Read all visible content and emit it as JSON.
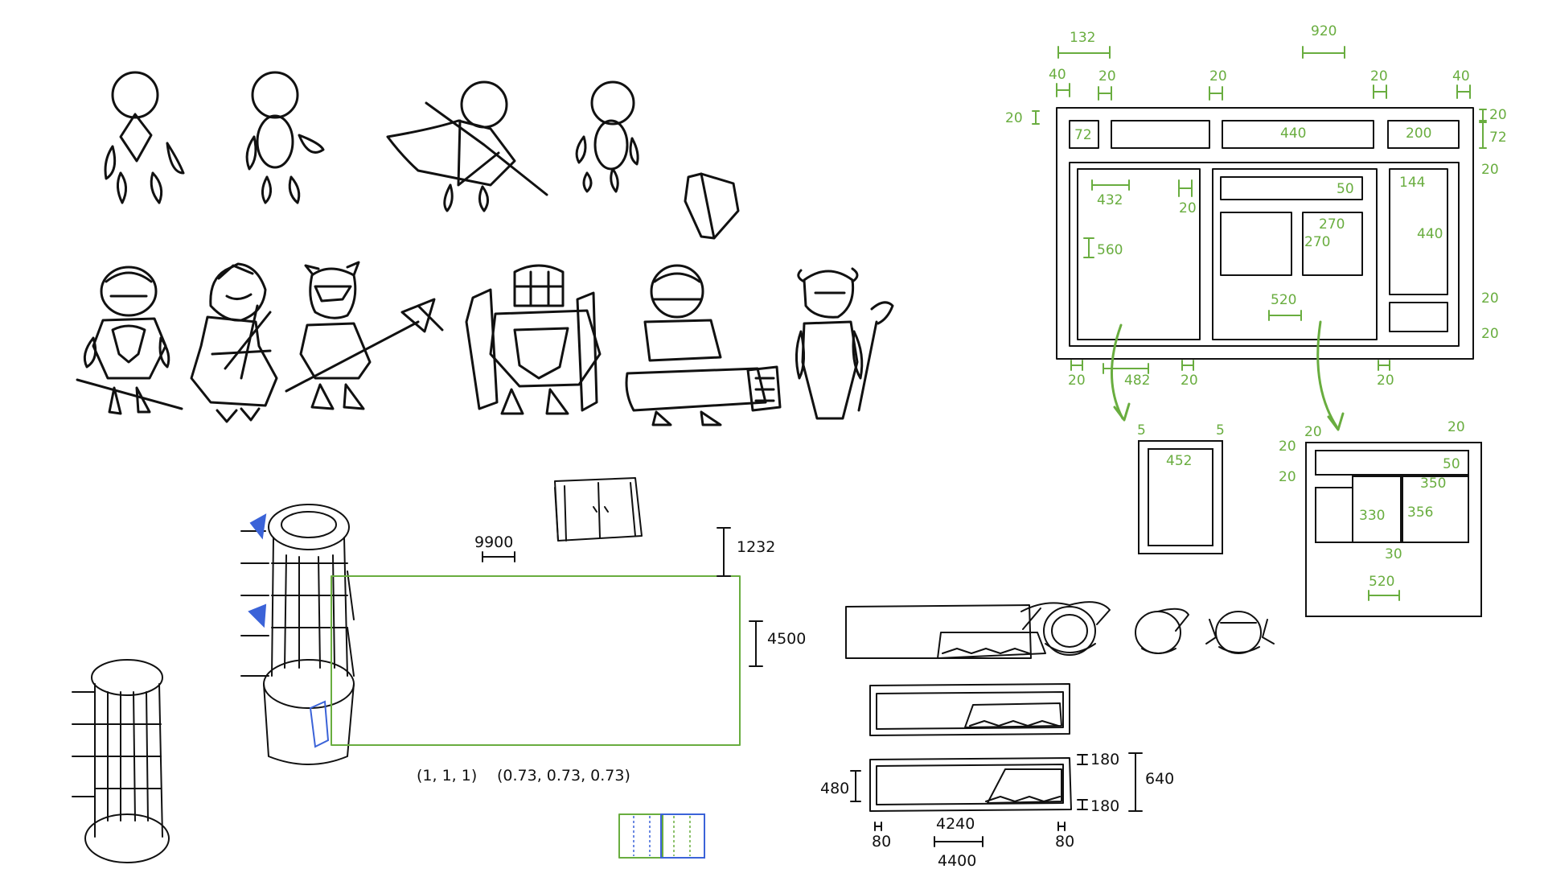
{
  "palette": {
    "ink": "#111111",
    "annotation_green": "#69ad3f",
    "accent_blue": "#3b63d8",
    "background": "#ffffff"
  },
  "wireframe": {
    "top_dims": {
      "w132": "132",
      "w920": "920",
      "d40a": "40",
      "d20a": "20",
      "d20b": "20",
      "d20c": "20",
      "d40b": "40",
      "left20": "20"
    },
    "header": {
      "box72": "72",
      "box440": "440",
      "box200": "200"
    },
    "right_dims": {
      "r20a": "20",
      "r72": "72",
      "r20b": "20",
      "r20c": "20",
      "r20d": "20"
    },
    "left_panel": {
      "w432": "432",
      "h20": "20",
      "h560": "560"
    },
    "center_panel": {
      "bar50": "50",
      "w270a": "270",
      "w270b": "270",
      "w520": "520"
    },
    "right_panel": {
      "w144": "144",
      "h440": "440"
    },
    "bottom_dims": {
      "b20a": "20",
      "b482": "482",
      "b20b": "20",
      "b20c": "20"
    }
  },
  "sub_panel_small": {
    "s5a": "5",
    "s5b": "5",
    "inner452": "452"
  },
  "sub_panel_large": {
    "l20a": "20",
    "l20b": "20",
    "l20c": "20",
    "l20d": "20",
    "bar50": "50",
    "w330": "330",
    "w350": "350",
    "w356": "356",
    "h30": "30",
    "w520": "520"
  },
  "castle_area": {
    "width9900": "9900",
    "height1232": "1232",
    "height4500": "4500",
    "color_a": "(1, 1, 1)",
    "color_b": "(0.73, 0.73, 0.73)"
  },
  "bars": {
    "h480": "480",
    "t180a": "180",
    "t180b": "180",
    "total640": "640",
    "w80a": "80",
    "w4240": "4240",
    "w80b": "80",
    "w4400": "4400"
  }
}
